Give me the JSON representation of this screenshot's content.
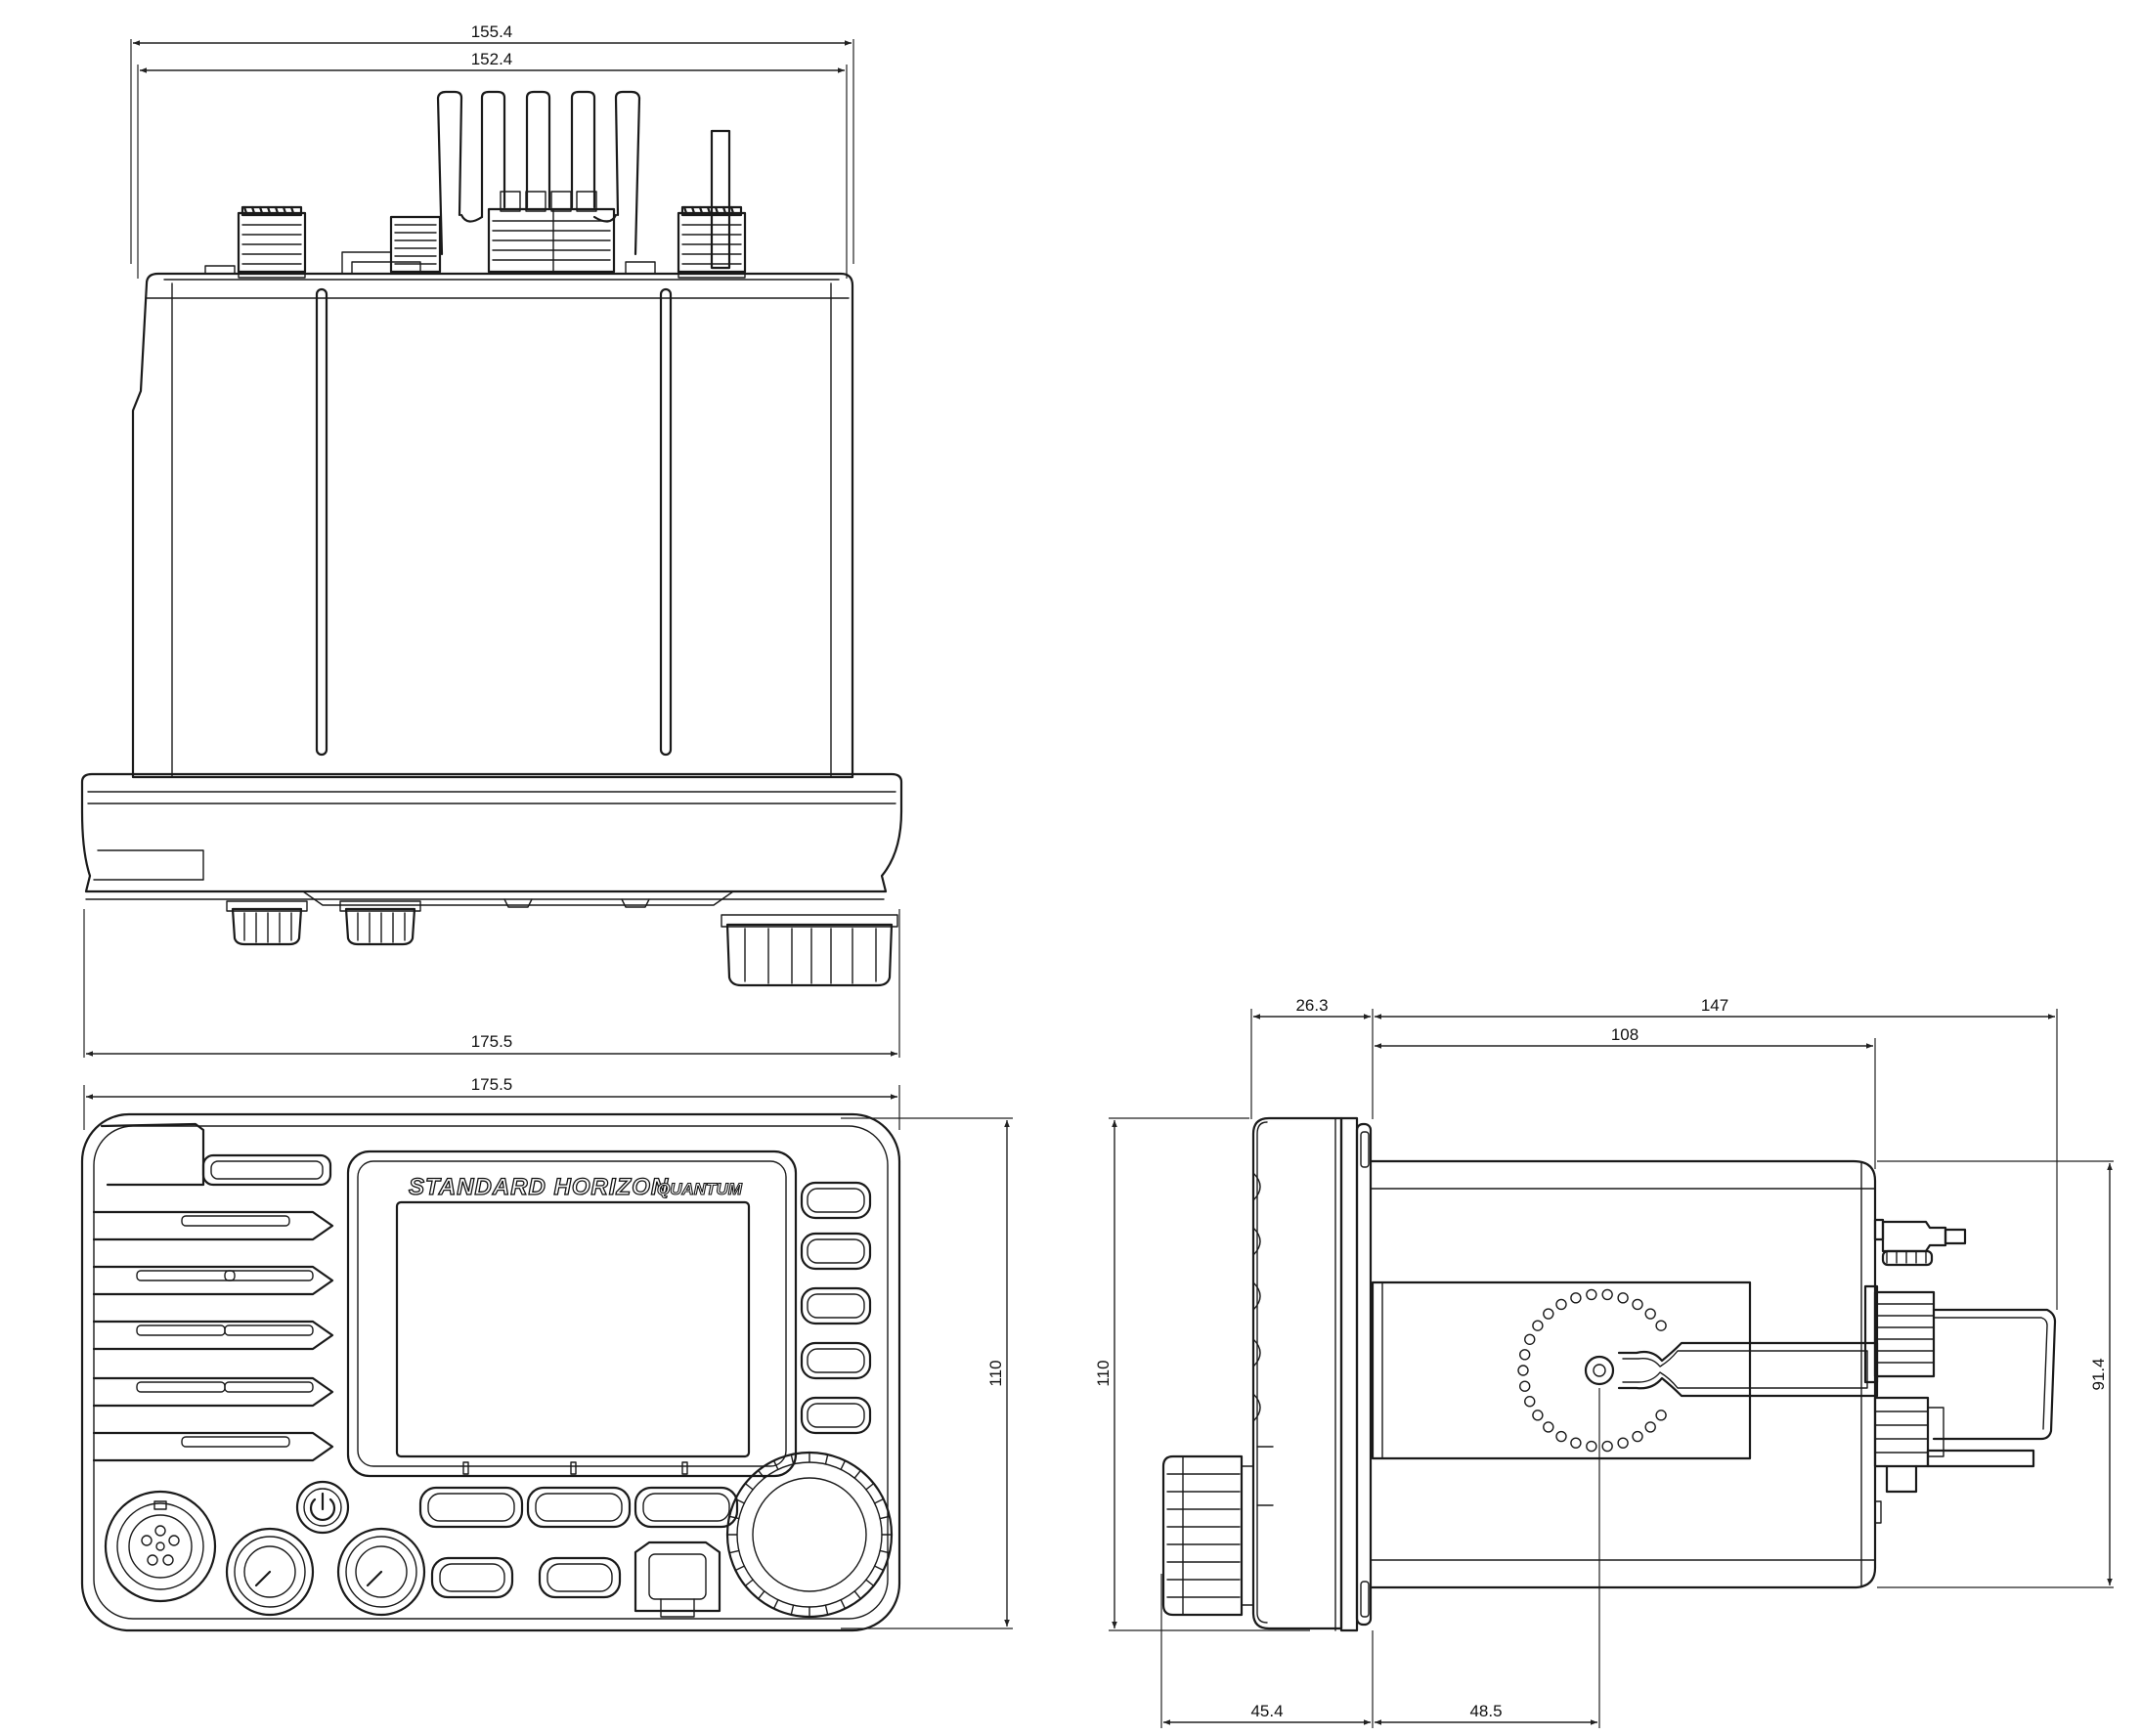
{
  "dimensions": {
    "top_width_outer": "155.4",
    "top_width_inner": "152.4",
    "top_base_width": "175.5",
    "front_width": "175.5",
    "front_height": "110",
    "side_front_depth": "26.3",
    "side_total_depth": "147",
    "side_body_depth": "108",
    "side_height": "110",
    "side_body_height": "91.4",
    "side_knob_offset": "45.4",
    "side_bracket_offset": "48.5"
  },
  "front_panel": {
    "brand": "STANDARD HORIZON",
    "model": "QUANTUM"
  }
}
